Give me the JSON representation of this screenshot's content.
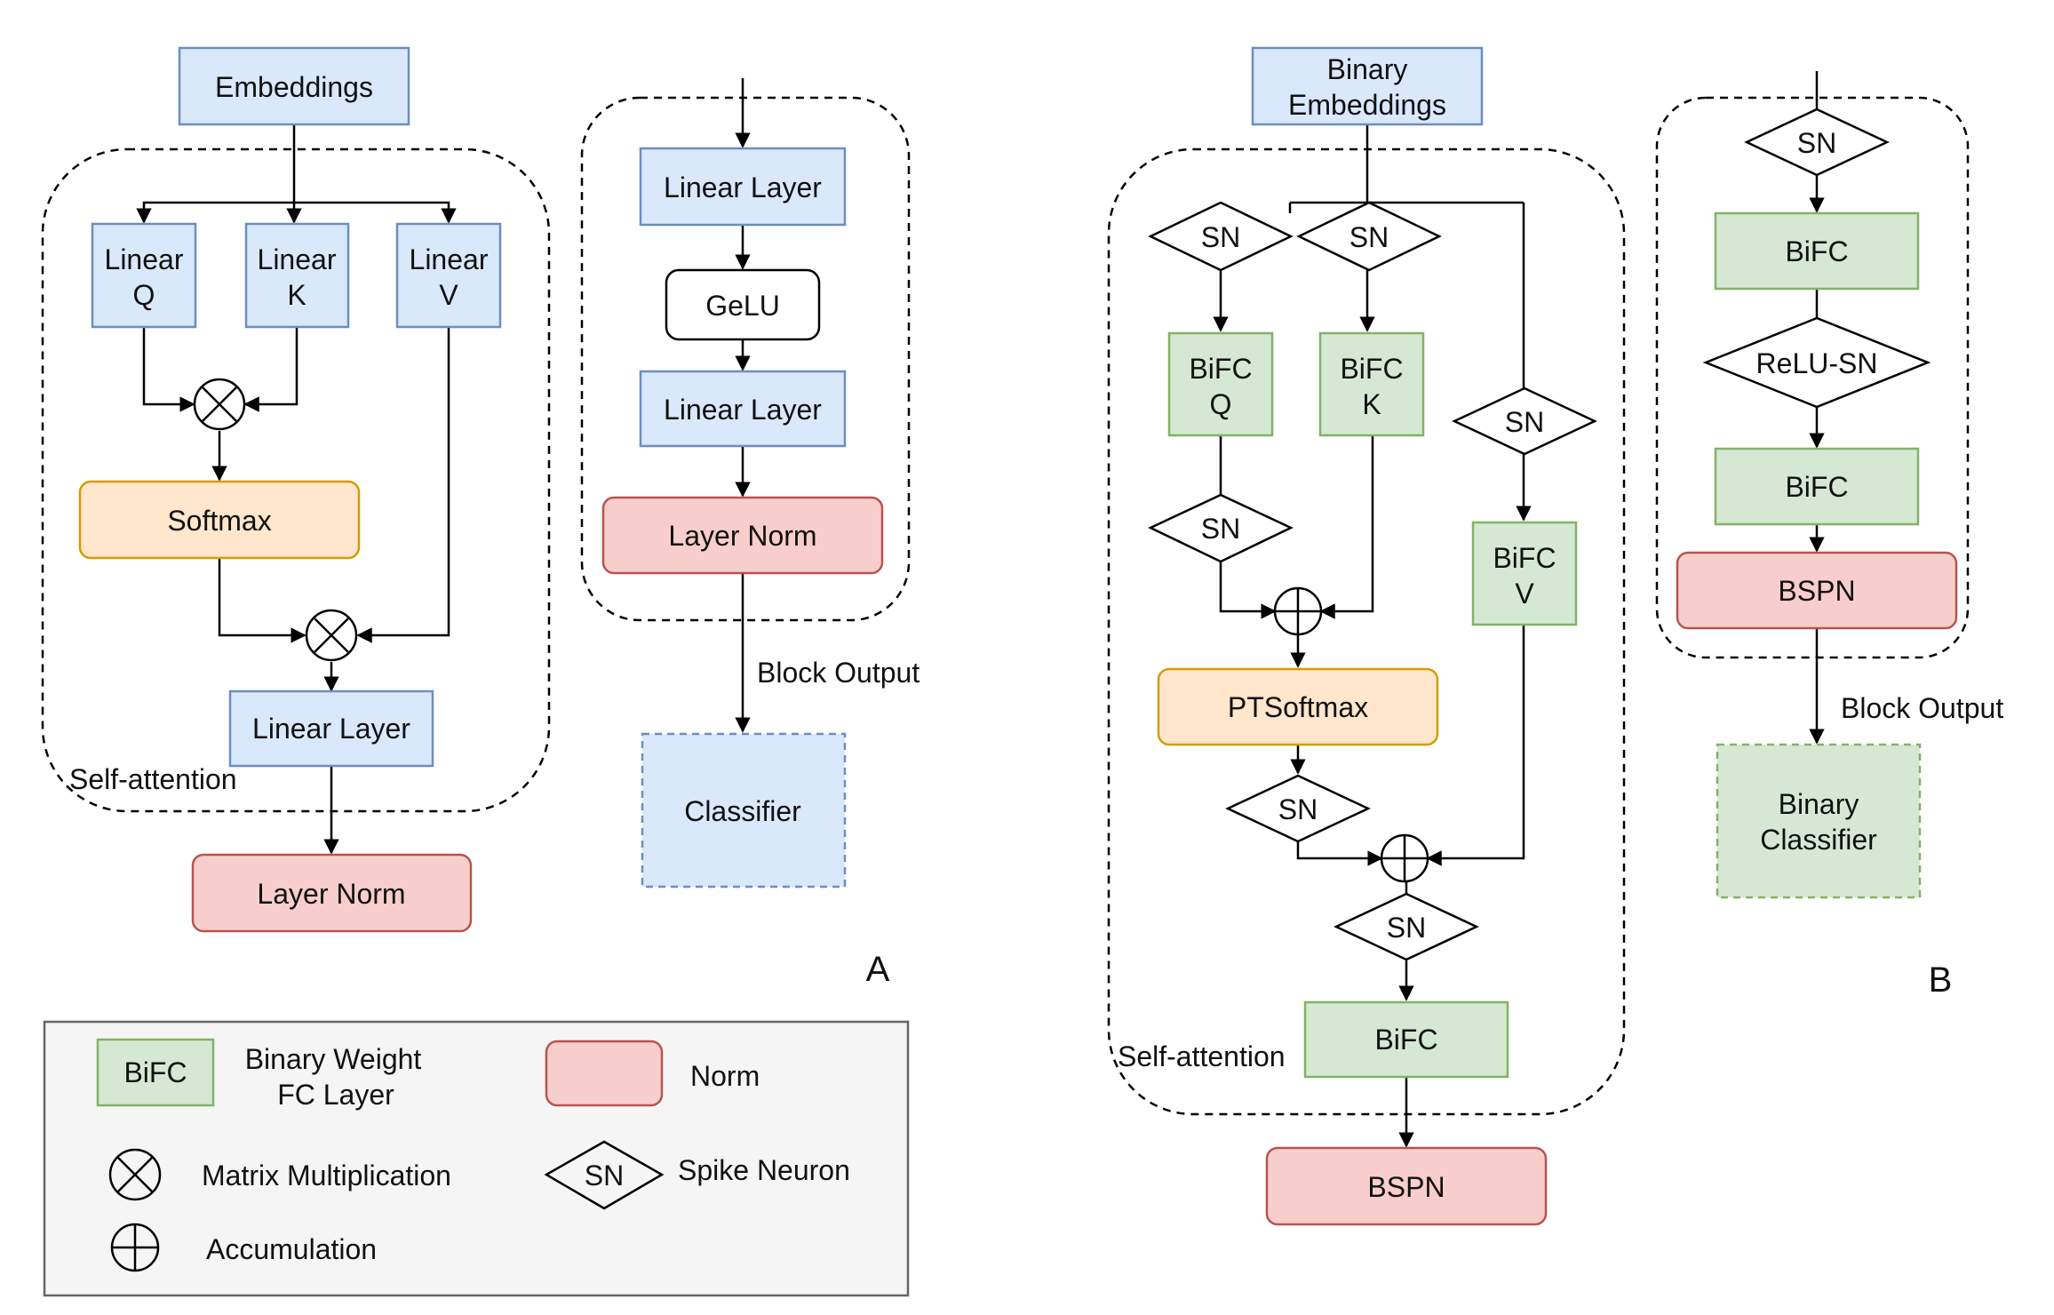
{
  "colors": {
    "blue_fill": "#dae8fc",
    "blue_stroke": "#6c8ebf",
    "green_fill": "#d5e8d4",
    "green_stroke": "#82b366",
    "orange_fill": "#ffe6cc",
    "orange_stroke": "#d79b00",
    "red_fill": "#f8cecc",
    "red_stroke": "#b85450",
    "legend_fill": "#f5f5f5",
    "legend_stroke": "#666666"
  },
  "panel_a": {
    "panel_letter": "A",
    "embeddings": "Embeddings",
    "linear_q": [
      "Linear",
      "Q"
    ],
    "linear_k": [
      "Linear",
      "K"
    ],
    "linear_v": [
      "Linear",
      "V"
    ],
    "softmax": "Softmax",
    "attn_linear": "Linear Layer",
    "self_attention": "Self-attention",
    "attn_norm": "Layer Norm",
    "mlp_linear_1": "Linear Layer",
    "gelu": "GeLU",
    "mlp_linear_2": "Linear Layer",
    "mlp_norm": "Layer Norm",
    "block_output": "Block Output",
    "classifier": "Classifier"
  },
  "panel_b": {
    "panel_letter": "B",
    "embeddings": [
      "Binary",
      "Embeddings"
    ],
    "sn": "SN",
    "bifc_q": [
      "BiFC",
      "Q"
    ],
    "bifc_k": [
      "BiFC",
      "K"
    ],
    "bifc_v": [
      "BiFC",
      "V"
    ],
    "ptsoftmax": "PTSoftmax",
    "attn_bifc": "BiFC",
    "self_attention": "Self-attention",
    "attn_bspn": "BSPN",
    "mlp_bifc_1": "BiFC",
    "relu_sn": "ReLU-SN",
    "mlp_bifc_2": "BiFC",
    "mlp_bspn": "BSPN",
    "block_output": "Block Output",
    "classifier": [
      "Binary",
      "Classifier"
    ]
  },
  "legend": {
    "bifc_swatch": "BiFC",
    "bifc_desc": [
      "Binary Weight",
      "FC Layer"
    ],
    "norm_desc": "Norm",
    "matmul_desc": "Matrix Multiplication",
    "sn_swatch": "SN",
    "sn_desc": "Spike Neuron",
    "accum_desc": "Accumulation"
  }
}
